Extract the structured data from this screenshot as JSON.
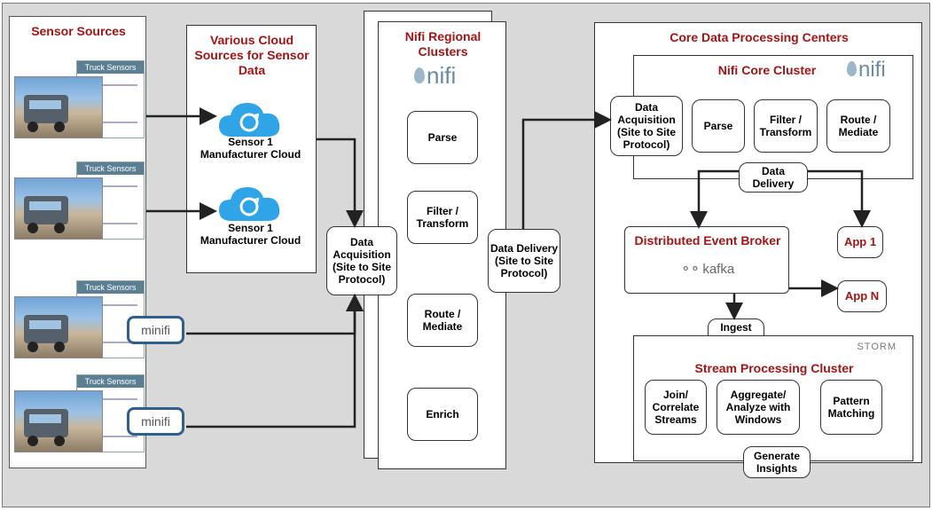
{
  "sensor_sources": {
    "title": "Sensor Sources",
    "cards": [
      {
        "label": "Truck Sensors",
        "minifi": false
      },
      {
        "label": "Truck Sensors",
        "minifi": false
      },
      {
        "label": "Truck Sensors",
        "minifi": true
      },
      {
        "label": "Truck Sensors",
        "minifi": true
      }
    ],
    "minifi_label": "minifi"
  },
  "cloud_sources": {
    "title": "Various Cloud Sources for Sensor Data",
    "clouds": [
      {
        "label": "Sensor 1 Manufacturer Cloud"
      },
      {
        "label": "Sensor 1 Manufacturer Cloud"
      }
    ]
  },
  "regional": {
    "title": "Nifi Regional Clusters",
    "logo": "nifi",
    "steps": [
      "Parse",
      "Filter / Transform",
      "Route / Mediate",
      "Enrich"
    ]
  },
  "data_acquisition_left": "Data Acquisition (Site to Site Protocol)",
  "data_delivery_mid": "Data Delivery (Site to Site Protocol)",
  "core": {
    "title": "Core Data Processing Centers",
    "nifi_core": {
      "title": "Nifi Core Cluster",
      "logo": "nifi",
      "acquisition": "Data Acquisition (Site to Site Protocol)",
      "steps": [
        "Parse",
        "Filter / Transform",
        "Route / Mediate"
      ]
    },
    "data_delivery": "Data Delivery",
    "broker": {
      "title": "Distributed Event Broker",
      "logo": "kafka"
    },
    "app1": "App 1",
    "appn": "App N",
    "ingest": "Ingest Streams",
    "stream": {
      "logo": "STORM",
      "title": "Stream Processing Cluster",
      "steps": [
        "Join/ Correlate Streams",
        "Aggregate/ Analyze with Windows",
        "Pattern Matching"
      ]
    },
    "generate": "Generate Insights"
  },
  "colors": {
    "title_red": "#a31515",
    "cloud_blue": "#2fa4e7",
    "minifi_border": "#2f5f8f"
  }
}
